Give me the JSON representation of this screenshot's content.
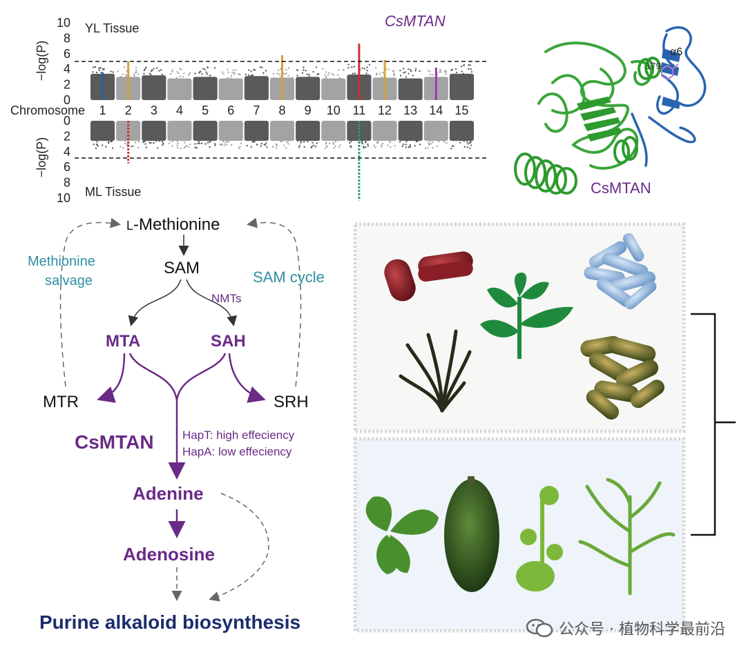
{
  "manhattan": {
    "top_tissue": "YL Tissue",
    "bottom_tissue": "ML Tissue",
    "y_label": "−log(P)",
    "x_label": "Chromosome",
    "y_ticks": [
      "0",
      "2",
      "4",
      "6",
      "8",
      "10"
    ],
    "chromosomes": [
      "1",
      "2",
      "3",
      "4",
      "5",
      "6",
      "7",
      "8",
      "9",
      "10",
      "11",
      "12",
      "13",
      "14",
      "15"
    ],
    "top_peak_label": "CsMTAN",
    "threshold": 5
  },
  "protein": {
    "label": "CsMTAN",
    "residue": "179",
    "helix": "α6"
  },
  "pathway": {
    "l_met_prefix": "L",
    "l_met_rest": "-Methionine",
    "sam": "SAM",
    "nmts": "NMTs",
    "mta": "MTA",
    "sah": "SAH",
    "mtr": "MTR",
    "srh": "SRH",
    "methionine_salvage_1": "Methionine",
    "methionine_salvage_2": "salvage",
    "sam_cycle": "SAM cycle",
    "csmtan": "CsMTAN",
    "hapT": "HapT: high effeciency",
    "hapA": "HapA: low effeciency",
    "adenine": "Adenine",
    "adenosine": "Adenosine",
    "purine": "Purine alkaloid biosynthesis"
  },
  "colors": {
    "purple": "#6a2a86",
    "teal": "#2e8fa3",
    "navy": "#1c2c6b",
    "chrom_dark": "#5a5a5a",
    "chrom_light": "#a3a3a3"
  },
  "watermark": "公众号 · 植物科学最前沿"
}
